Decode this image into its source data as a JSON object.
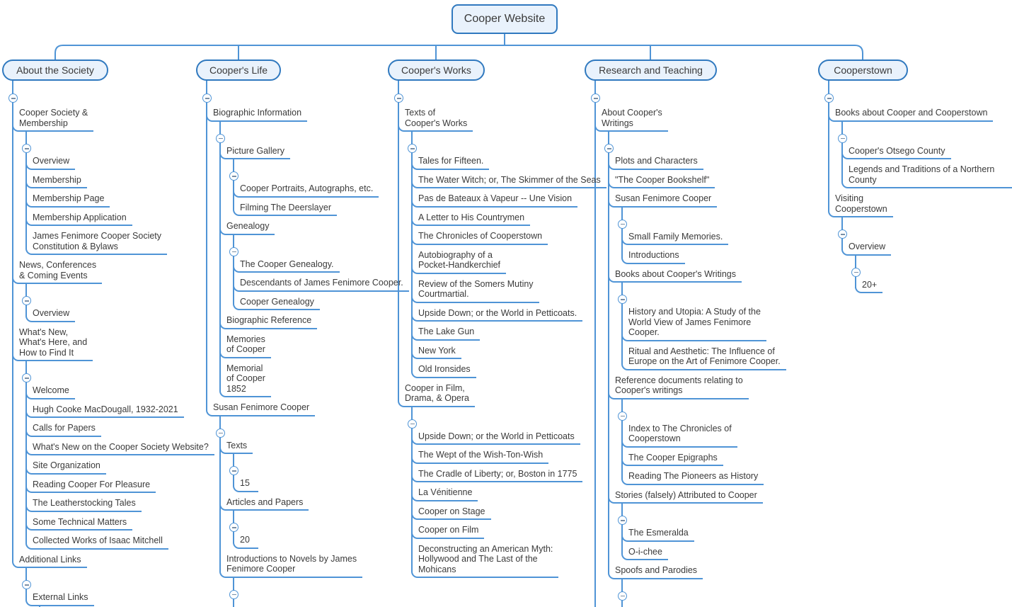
{
  "style": {
    "line_color": "#4f94d6",
    "node_fill": "#e9f2fc",
    "node_border": "#3079bf",
    "text_color": "#3a3a3a"
  },
  "root": {
    "label": "Cooper Website"
  },
  "branches": [
    {
      "label": "About the Society",
      "children": [
        {
          "label": "Cooper Society &\nMembership",
          "children": [
            {
              "label": "Overview"
            },
            {
              "label": "Membership"
            },
            {
              "label": "Membership Page"
            },
            {
              "label": "Membership Application"
            },
            {
              "label": "James Fenimore Cooper Society\nConstitution & Bylaws"
            }
          ]
        },
        {
          "label": "News, Conferences\n& Coming Events",
          "children": [
            {
              "label": "Overview"
            }
          ]
        },
        {
          "label": "What's New,\nWhat's Here, and\nHow to Find It",
          "children": [
            {
              "label": "Welcome"
            },
            {
              "label": "Hugh Cooke MacDougall, 1932-2021"
            },
            {
              "label": "Calls for Papers"
            },
            {
              "label": "What's New on the Cooper Society Website?"
            },
            {
              "label": "Site Organization"
            },
            {
              "label": "Reading Cooper For Pleasure"
            },
            {
              "label": "The Leatherstocking Tales"
            },
            {
              "label": "Some Technical Matters"
            },
            {
              "label": "Collected Works of Isaac Mitchell"
            }
          ]
        },
        {
          "label": "Additional Links",
          "children": [
            {
              "label": "External Links",
              "continues": true
            }
          ]
        }
      ]
    },
    {
      "label": "Cooper's Life",
      "children": [
        {
          "label": "Biographic Information",
          "children": [
            {
              "label": "Picture Gallery",
              "children": [
                {
                  "label": "Cooper Portraits, Autographs, etc."
                },
                {
                  "label": "Filming The Deerslayer"
                }
              ]
            },
            {
              "label": "Genealogy",
              "children": [
                {
                  "label": "The Cooper Genealogy."
                },
                {
                  "label": "Descendants of James Fenimore Cooper."
                },
                {
                  "label": "Cooper Genealogy"
                }
              ]
            },
            {
              "label": "Biographic Reference"
            },
            {
              "label": "Memories\nof Cooper"
            },
            {
              "label": "Memorial\nof Cooper\n1852"
            }
          ]
        },
        {
          "label": "Susan Fenimore Cooper",
          "children": [
            {
              "label": "Texts",
              "children": [
                {
                  "label": "15"
                }
              ]
            },
            {
              "label": "Articles and Papers",
              "children": [
                {
                  "label": "20"
                }
              ]
            },
            {
              "label": "Introductions to Novels by James\nFenimore Cooper",
              "continues": true
            }
          ]
        }
      ]
    },
    {
      "label": "Cooper's Works",
      "children": [
        {
          "label": "Texts of\nCooper's Works",
          "children": [
            {
              "label": "Tales for Fifteen."
            },
            {
              "label": "The Water Witch; or, The Skimmer of the Seas"
            },
            {
              "label": "Pas de Bateaux à Vapeur -- Une Vision"
            },
            {
              "label": "A Letter to His Countrymen"
            },
            {
              "label": "The Chronicles of Cooperstown"
            },
            {
              "label": "Autobiography of a\nPocket-Handkerchief"
            },
            {
              "label": "Review of the Somers Mutiny\nCourtmartial."
            },
            {
              "label": "Upside Down; or the World in Petticoats."
            },
            {
              "label": "The Lake Gun"
            },
            {
              "label": "New York"
            },
            {
              "label": "Old Ironsides"
            }
          ]
        },
        {
          "label": "Cooper in Film,\nDrama, & Opera",
          "children": [
            {
              "label": "Upside Down; or the World in Petticoats"
            },
            {
              "label": "The Wept of the Wish-Ton-Wish"
            },
            {
              "label": "The Cradle of Liberty; or, Boston in 1775"
            },
            {
              "label": "La Vénitienne"
            },
            {
              "label": "Cooper on Stage"
            },
            {
              "label": "Cooper on Film"
            },
            {
              "label": "Deconstructing an American Myth:\nHollywood and The Last of the\nMohicans"
            }
          ]
        }
      ]
    },
    {
      "label": "Research and Teaching",
      "trunk_continues": true,
      "children": [
        {
          "label": "About Cooper's\nWritings",
          "children": [
            {
              "label": "Plots and Characters"
            },
            {
              "label": "\"The Cooper Bookshelf\""
            },
            {
              "label": "Susan Fenimore Cooper",
              "children": [
                {
                  "label": "Small Family Memories."
                },
                {
                  "label": "Introductions"
                }
              ]
            },
            {
              "label": "Books about Cooper's Writings",
              "children": [
                {
                  "label": "History and Utopia: A Study of the\nWorld View of James Fenimore\nCooper."
                },
                {
                  "label": "Ritual and Aesthetic: The Influence of\nEurope on the Art of Fenimore Cooper."
                }
              ]
            },
            {
              "label": "Reference documents relating to\nCooper's writings",
              "children": [
                {
                  "label": "Index to The Chronicles of\nCooperstown"
                },
                {
                  "label": "The Cooper Epigraphs"
                },
                {
                  "label": "Reading The Pioneers as History"
                }
              ]
            },
            {
              "label": "Stories (falsely) Attributed to Cooper",
              "children": [
                {
                  "label": "The Esmeralda"
                },
                {
                  "label": "O-i-chee"
                }
              ]
            },
            {
              "label": "Spoofs and Parodies",
              "continues": true
            }
          ]
        }
      ]
    },
    {
      "label": "Cooperstown",
      "children": [
        {
          "label": "Books about Cooper and Cooperstown",
          "children": [
            {
              "label": "Cooper's Otsego County"
            },
            {
              "label": "Legends and Traditions of a Northern County"
            }
          ]
        },
        {
          "label": "Visiting\nCooperstown",
          "children": [
            {
              "label": "Overview",
              "children": [
                {
                  "label": "20+"
                }
              ]
            }
          ]
        }
      ]
    }
  ]
}
